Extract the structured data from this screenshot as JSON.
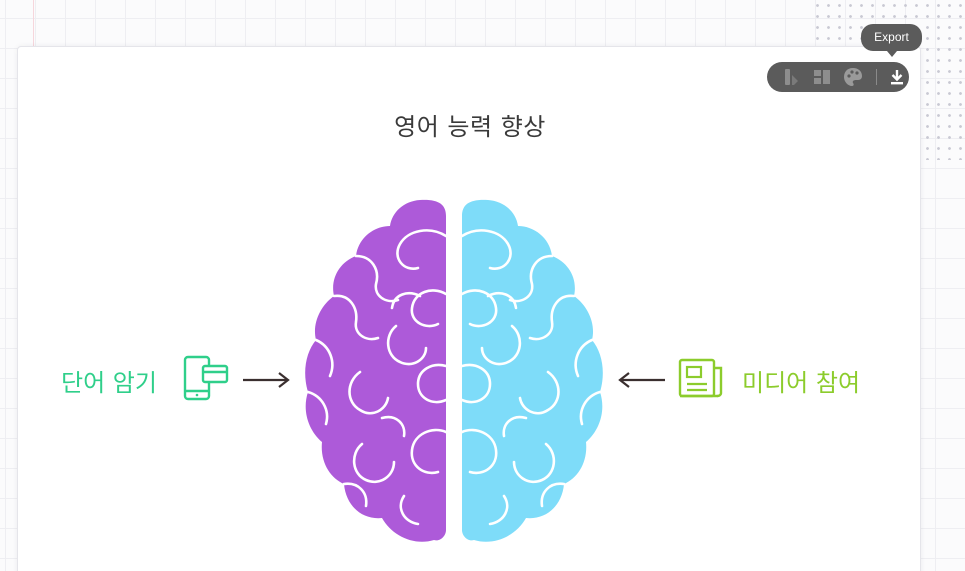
{
  "diagram": {
    "title": "영어 능력 향상",
    "left_label": "단어 암기",
    "right_label": "미디어 참여"
  },
  "toolbar": {
    "tooltip": "Export",
    "icons": [
      "style-icon",
      "layout-icon",
      "palette-icon",
      "download-icon"
    ]
  },
  "colors": {
    "left_hemisphere": "#ad5ad9",
    "right_hemisphere": "#7edcf9",
    "left_label": "#2fcf8a",
    "right_label": "#8ccc2c",
    "arrow": "#3a2f2f",
    "toolbar": "#5b5b5b"
  }
}
